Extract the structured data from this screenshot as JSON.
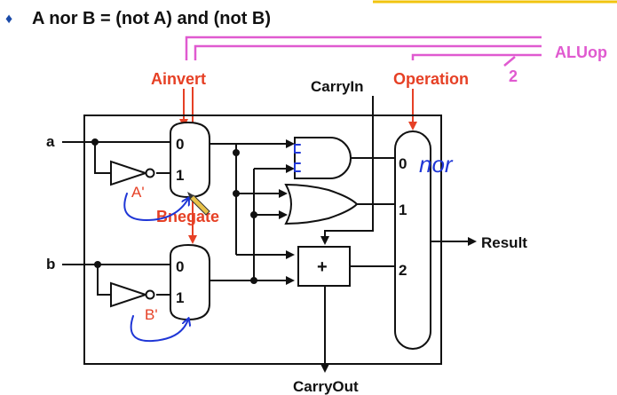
{
  "title": {
    "bullet": "♦",
    "text": "A nor B = (not A) and (not B)"
  },
  "signals": {
    "a": "a",
    "b": "b",
    "ainvert": "Ainvert",
    "bnegate": "Bnegate",
    "carryin": "CarryIn",
    "operation": "Operation",
    "aluop": "ALUop",
    "aluop_width": "2",
    "carryout": "CarryOut",
    "result": "Result"
  },
  "muxes": {
    "a_mux": [
      "0",
      "1"
    ],
    "b_mux": [
      "0",
      "1"
    ],
    "op_mux": [
      "0",
      "1",
      "2"
    ]
  },
  "adder_symbol": "+",
  "annotations": {
    "a_prime": "A'",
    "b_prime": "B'",
    "nor_label": "nor"
  },
  "colors": {
    "control_red": "#e64025",
    "aluop_pink": "#e05ad0",
    "handwriting_blue": "#1f36d6",
    "header_accent": "#f1c40f"
  }
}
